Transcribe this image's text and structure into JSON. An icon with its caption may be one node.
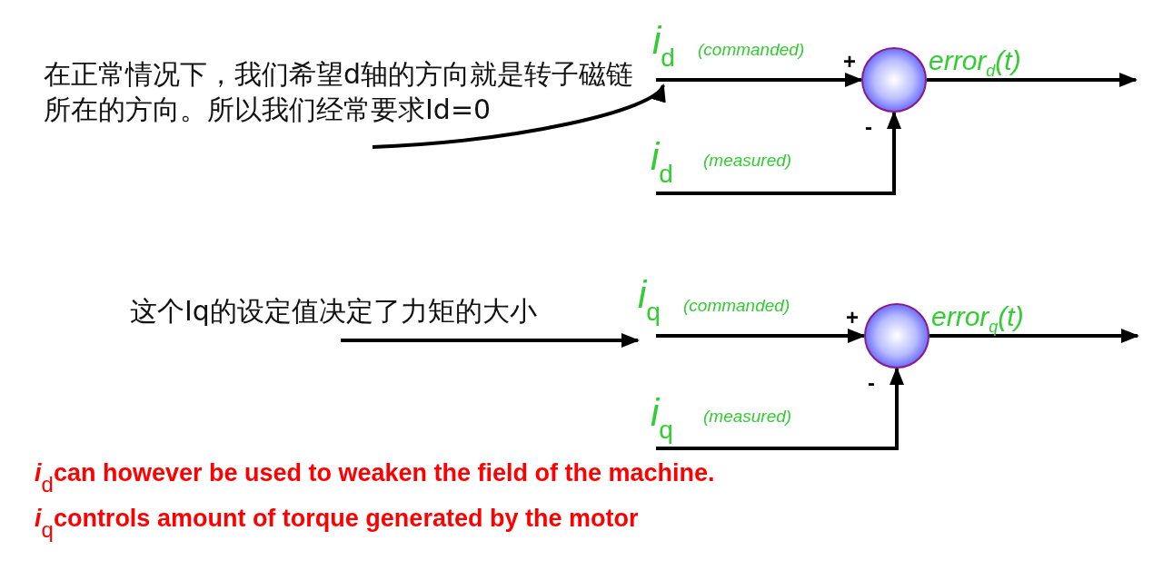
{
  "diagram": {
    "nodes": [
      {
        "text": [
          "在正常情况下，我们希望d轴的方向就是转子磁链所在的方向。所以我们经常要求Id=0"
        ]
      },
      {
        "text": [
          "*i*$_{d}$",
          "(commanded)"
        ]
      },
      {
        "text": [],
        "shape": "circle",
        "beside": [
          "+",
          "-"
        ]
      },
      {
        "text": [
          "*i*$_{d}$",
          "(measured)"
        ]
      },
      {
        "text": [
          "这个Iq的设定值决定了力矩的大小"
        ]
      },
      {
        "text": [
          "*i*$_{q}$",
          "(commanded)"
        ]
      },
      {
        "text": [],
        "shape": "circle",
        "beside": [
          "+",
          "-"
        ]
      },
      {
        "text": [
          "*i*$_{q}$",
          "(measured)"
        ]
      }
    ],
    "edges": [
      {
        "from": 0,
        "to": 1,
        "arrow": "to"
      },
      {
        "from": 1,
        "to": 2,
        "arrow": "to"
      },
      {
        "from": 2,
        "to": null,
        "arrow": "to",
        "label": "error$_{d}$(t)"
      },
      {
        "from": 3,
        "to": 2,
        "arrow": "to"
      },
      {
        "from": 4,
        "to": 5,
        "arrow": "to"
      },
      {
        "from": 5,
        "to": 6,
        "arrow": "to"
      },
      {
        "from": 6,
        "to": null,
        "arrow": "to",
        "label": "error$_{q}$(t)"
      },
      {
        "from": 7,
        "to": 6,
        "arrow": "to"
      }
    ],
    "labels": [
      "*i*$_{d}$can however be used to weaken the field of the machine.",
      "*i*$_{q}$controls amount of torque generated by the motor"
    ]
  }
}
